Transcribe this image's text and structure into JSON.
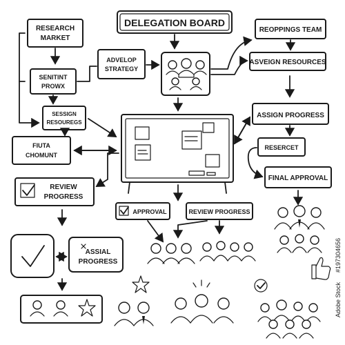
{
  "diagram": {
    "title": "DELEGATION BOARD",
    "nodes": {
      "research_market": [
        "RESEARCH",
        "MARKET"
      ],
      "senitint_prowx": [
        "SENITINT",
        "PROWX"
      ],
      "session_resources": [
        "SESSIGN",
        "RESOUREGS"
      ],
      "fiuta_chomunt": [
        "FIUTA",
        "CHOMUNT"
      ],
      "advelop_strategy": [
        "ADVELOP",
        "STRATEGY"
      ],
      "reoppings_team": "REOPPINGS TEAM",
      "asveign_resources": "ASVEIGN RESOURCES",
      "assign_progress": "ASSIGN PROGRESS",
      "resercet": "RESERCET",
      "final_approval": "FINAL APPROVAL",
      "review_progress_left": [
        "REVIEW",
        "PROGRESS"
      ],
      "approval": "APPROVAL",
      "review_progress_mid": "REVIEW PROGRESS",
      "assial_progress": [
        "ASSIAL",
        "PROGRESS"
      ]
    }
  },
  "watermark": {
    "brand": "Adobe Stock",
    "id": "#197304656"
  },
  "colors": {
    "ink": "#1a1a1a",
    "background": "#ffffff"
  }
}
